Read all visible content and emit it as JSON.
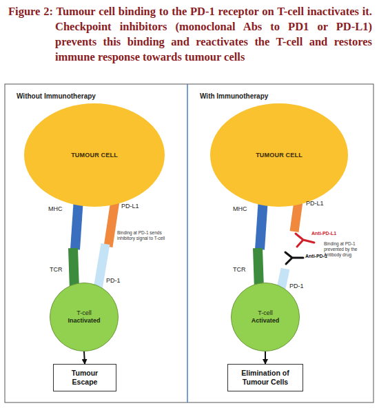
{
  "diagram": {
    "title": "Figure 2: Tumour cell binding to the PD-1 receptor on T-cell inactivates it. Checkpoint inhibitors (monoclonal Abs to PD1 or PD-L1) prevents this binding and reactivates the T-cell and restores immune response towards tumour cells",
    "nodes": [
      {
        "text": [
          "TUMOUR CELL"
        ]
      },
      {
        "text": [
          "T-cell",
          "Inactivated"
        ]
      },
      {
        "text": [
          "Tumour Escape"
        ]
      },
      {
        "text": [
          "TUMOUR CELL"
        ]
      },
      {
        "text": [
          "T-cell",
          "Activated"
        ]
      },
      {
        "text": [
          "Elimination of Tumour Cells"
        ]
      }
    ],
    "edges": [
      {
        "from": 1,
        "to": 2,
        "arrow": "to"
      },
      {
        "from": 4,
        "to": 5,
        "arrow": "to"
      }
    ],
    "labels": [
      "Without Immunotherapy",
      "MHC",
      "PD-L1",
      "Binding at PD-1 sends inhibitory signal to T-cell",
      "TCR",
      "PD-1",
      "With Immunotherapy",
      "MHC",
      "PD-L1",
      "Anti-PD-L1",
      "Anti-PD-1",
      "Binding at PD-1 prevented by the Antibody drug",
      "TCR",
      "PD-1"
    ]
  }
}
